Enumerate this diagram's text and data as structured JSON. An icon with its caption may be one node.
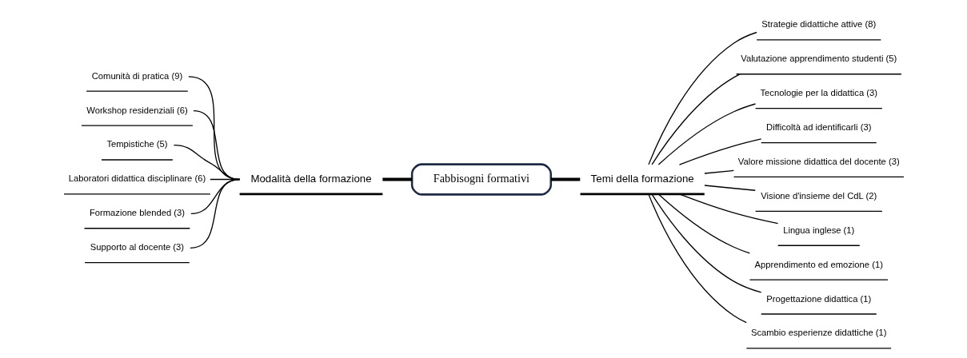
{
  "diagram": {
    "nodes": [
      {
        "text": [
          "Fabbisogni formativi"
        ]
      },
      {
        "text": [
          "Temi della formazione"
        ]
      },
      {
        "text": [
          "Strategie didattiche attive (8)"
        ]
      },
      {
        "text": [
          "Valutazione apprendimento studenti (5)"
        ]
      },
      {
        "text": [
          "Tecnologie per la didattica (3)"
        ]
      },
      {
        "text": [
          "Difficoltà ad identificarli (3)"
        ]
      },
      {
        "text": [
          "Valore missione didattica del docente (3)"
        ]
      },
      {
        "text": [
          "Visione d'insieme del CdL (2)"
        ]
      },
      {
        "text": [
          "Lingua inglese (1)"
        ]
      },
      {
        "text": [
          "Apprendimento ed emozione (1)"
        ]
      },
      {
        "text": [
          "Progettazione didattica (1)"
        ]
      },
      {
        "text": [
          "Scambio esperienze didattiche (1)"
        ]
      },
      {
        "text": [
          "Modalità della formazione"
        ]
      },
      {
        "text": [
          "Comunità di pratica (9)"
        ]
      },
      {
        "text": [
          "Workshop residenziali (6)"
        ]
      },
      {
        "text": [
          "Tempistiche (5)"
        ]
      },
      {
        "text": [
          "Laboratori didattica disciplinare (6)"
        ]
      },
      {
        "text": [
          "Formazione blended (3)"
        ]
      },
      {
        "text": [
          "Supporto al docente (3)"
        ]
      }
    ],
    "edges": [
      {
        "from": 0,
        "to": 1,
        "arrow": "none",
        "style": "thick"
      },
      {
        "from": 1,
        "to": 2,
        "arrow": "none"
      },
      {
        "from": 1,
        "to": 3,
        "arrow": "none"
      },
      {
        "from": 1,
        "to": 4,
        "arrow": "none"
      },
      {
        "from": 1,
        "to": 5,
        "arrow": "none"
      },
      {
        "from": 1,
        "to": 6,
        "arrow": "none"
      },
      {
        "from": 1,
        "to": 7,
        "arrow": "none"
      },
      {
        "from": 1,
        "to": 8,
        "arrow": "none"
      },
      {
        "from": 1,
        "to": 9,
        "arrow": "none"
      },
      {
        "from": 1,
        "to": 10,
        "arrow": "none"
      },
      {
        "from": 1,
        "to": 11,
        "arrow": "none"
      },
      {
        "from": 0,
        "to": 12,
        "arrow": "none",
        "style": "thick"
      },
      {
        "from": 12,
        "to": 13,
        "arrow": "none"
      },
      {
        "from": 12,
        "to": 14,
        "arrow": "none"
      },
      {
        "from": 12,
        "to": 15,
        "arrow": "none"
      },
      {
        "from": 12,
        "to": 16,
        "arrow": "none"
      },
      {
        "from": 12,
        "to": 17,
        "arrow": "none"
      },
      {
        "from": 12,
        "to": 18,
        "arrow": "none"
      }
    ]
  }
}
